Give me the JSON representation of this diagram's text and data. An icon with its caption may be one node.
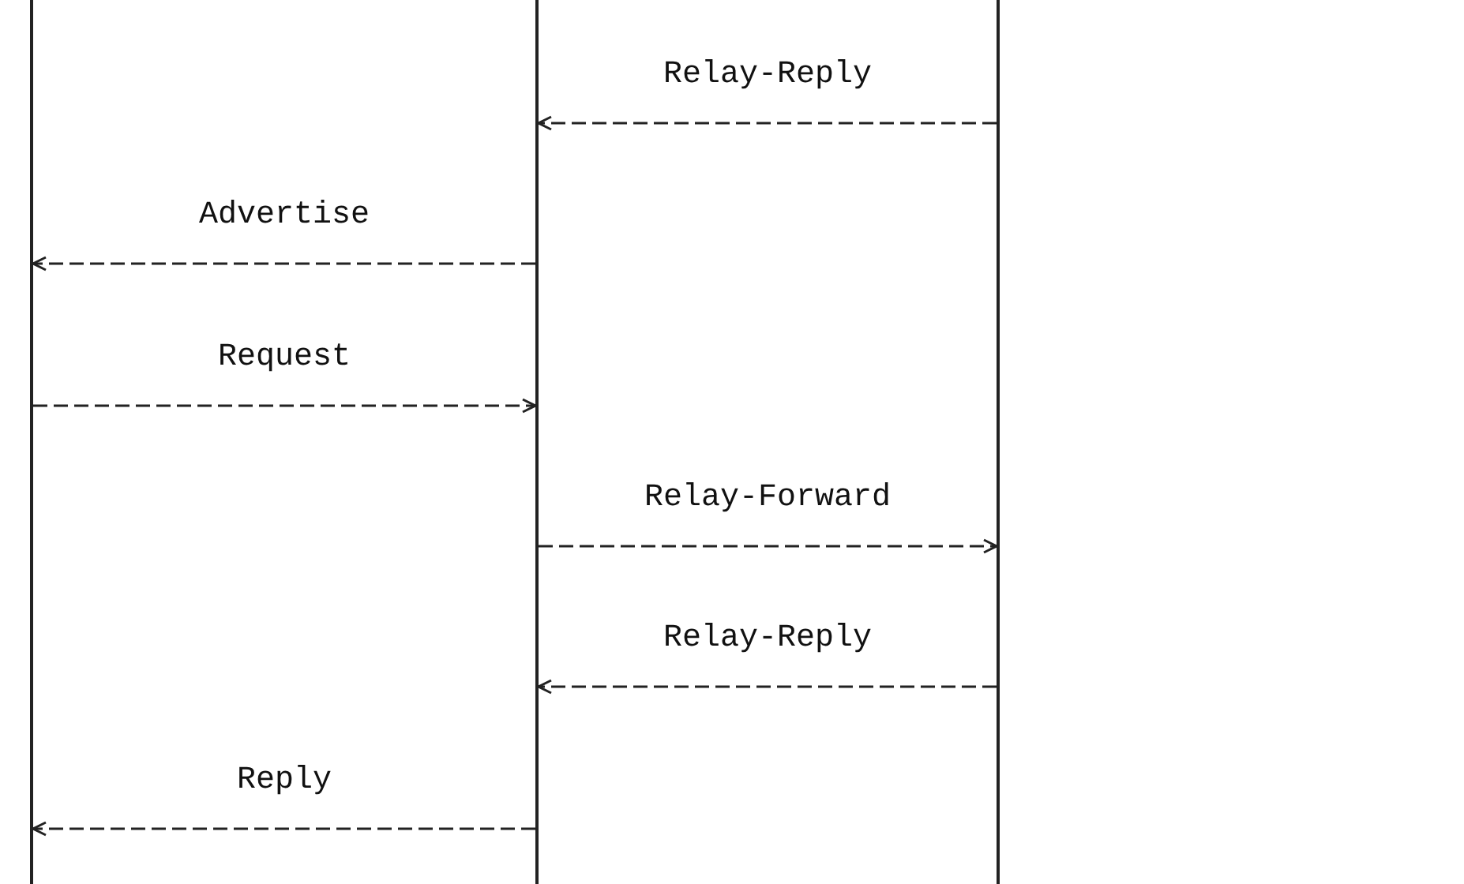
{
  "diagram": {
    "nodes": [
      {
        "text": [],
        "shape": "bar"
      },
      {
        "text": [],
        "shape": "bar"
      },
      {
        "text": [],
        "shape": "bar"
      }
    ],
    "edges": [
      {
        "from": 2,
        "to": 1,
        "arrow": "to",
        "label": "Relay-Reply",
        "style": "dashed"
      },
      {
        "from": 1,
        "to": 0,
        "arrow": "to",
        "label": "Advertise",
        "style": "dashed"
      },
      {
        "from": 0,
        "to": 1,
        "arrow": "to",
        "label": "Request",
        "style": "dashed"
      },
      {
        "from": 1,
        "to": 2,
        "arrow": "to",
        "label": "Relay-Forward",
        "style": "dashed"
      },
      {
        "from": 2,
        "to": 1,
        "arrow": "to",
        "label": "Relay-Reply",
        "style": "dashed"
      },
      {
        "from": 1,
        "to": 0,
        "arrow": "to",
        "label": "Reply",
        "style": "dashed"
      }
    ]
  }
}
